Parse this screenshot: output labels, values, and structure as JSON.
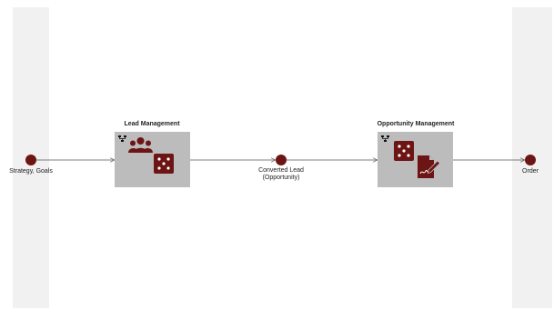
{
  "colors": {
    "accent": "#6d1414",
    "process_fill": "#bcbcbc",
    "lane_fill": "#f1f1f1",
    "connector": "#555555"
  },
  "events": {
    "start_label": "Strategy, Goals",
    "middle_label": "Converted Lead (Opportunity)",
    "end_label": "Order"
  },
  "processes": {
    "lead": {
      "title": "Lead Management",
      "icons": [
        "subprocess-icon",
        "people-icon",
        "dice-icon"
      ]
    },
    "opportunity": {
      "title": "Opportunity Management",
      "icons": [
        "subprocess-icon",
        "dice-icon",
        "document-edit-icon"
      ]
    }
  }
}
